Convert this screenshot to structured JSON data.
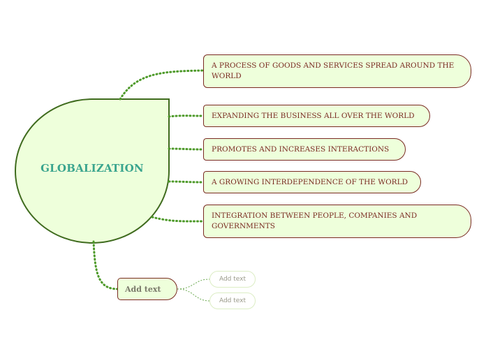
{
  "central_topic": {
    "label": "GLOBALIZATION"
  },
  "branches": [
    {
      "label": "A PROCESS OF GOODS AND SERVICES SPREAD AROUND THE WORLD"
    },
    {
      "label": "EXPANDING THE BUSINESS ALL OVER THE WORLD"
    },
    {
      "label": "PROMOTES AND INCREASES INTERACTIONS"
    },
    {
      "label": "A GROWING INTERDEPENDENCE OF THE WORLD"
    },
    {
      "label": "INTEGRATION BETWEEN PEOPLE, COMPANIES AND GOVERNMENTS"
    }
  ],
  "sub_node": {
    "label": "Add text"
  },
  "leaves": [
    {
      "label": "Add text"
    },
    {
      "label": "Add text"
    }
  ],
  "colors": {
    "central_fill": "#eeffdb",
    "central_border": "#3f6b1e",
    "central_text": "#3aa58e",
    "branch_border": "#7a2a22",
    "branch_text": "#7a2a22",
    "connector": "#4e9a2a"
  }
}
